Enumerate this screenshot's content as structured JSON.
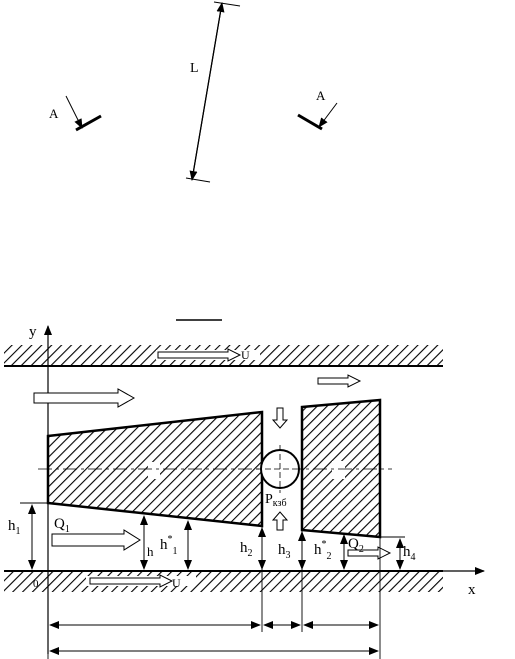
{
  "labels": {
    "L": "L",
    "A_left": "A",
    "A_right": "A",
    "y_axis": "y",
    "x_axis": "x",
    "origin": "0",
    "U_top": "U",
    "U_bottom": "U",
    "Q1": {
      "base": "Q",
      "sub": "1"
    },
    "Q2": {
      "base": "Q",
      "sub": "2"
    },
    "h": "h",
    "h1": {
      "base": "h",
      "sub": "1"
    },
    "h2": {
      "base": "h",
      "sub": "2"
    },
    "h3": {
      "base": "h",
      "sub": "3"
    },
    "h4": {
      "base": "h",
      "sub": "4"
    },
    "h1_star": {
      "base": "h",
      "sup": "*",
      "sub": "1"
    },
    "h2_star": {
      "base": "h",
      "sup": "*",
      "sub": "2"
    },
    "P_kzb": {
      "base": "P",
      "sub": "кзб"
    }
  },
  "colors": {
    "ink": "#000000",
    "paper": "#ffffff"
  }
}
